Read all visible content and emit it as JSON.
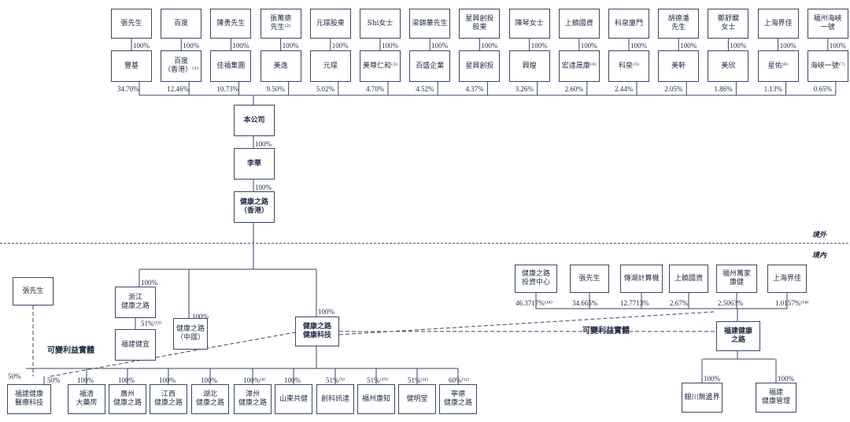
{
  "shareholders": [
    {
      "name": "張先生",
      "pct": "100%",
      "sub": "豐基",
      "sub_pct": "34.70%"
    },
    {
      "name": "百度",
      "pct": "100%",
      "sub": "百度\n（香港）⁽¹⁾",
      "sub_pct": "12.46%"
    },
    {
      "name": "陳勇先生",
      "pct": "100%",
      "sub": "佳福集團",
      "sub_pct": "10.73%"
    },
    {
      "name": "張萬德\n先生⁽²⁾",
      "pct": "100%",
      "sub": "美逸",
      "sub_pct": "9.50%"
    },
    {
      "name": "元璟股東",
      "pct": "100%",
      "sub": "元璟",
      "sub_pct": "5.02%"
    },
    {
      "name": "Shi女士",
      "pct": "100%",
      "sub": "美尊仁和⁽³⁾",
      "sub_pct": "4.70%"
    },
    {
      "name": "梁錦華先生",
      "pct": "100%",
      "sub": "百盛企業",
      "sub_pct": "4.52%"
    },
    {
      "name": "星興創投\n股東",
      "pct": "100%",
      "sub": "星興創投",
      "sub_pct": "4.37%"
    },
    {
      "name": "陳琴女士",
      "pct": "100%",
      "sub": "興煌",
      "sub_pct": "3.26%"
    },
    {
      "name": "上饒國資",
      "pct": "100%",
      "sub": "宏達晟康⁽⁴⁾",
      "sub_pct": "2.60%"
    },
    {
      "name": "科泉廈門",
      "pct": "100%",
      "sub": "科泉⁽⁵⁾",
      "sub_pct": "2.44%"
    },
    {
      "name": "胡德潘\n先生",
      "pct": "100%",
      "sub": "美軒",
      "sub_pct": "2.05%"
    },
    {
      "name": "鄭舒嫻\n女士",
      "pct": "100%",
      "sub": "美欣",
      "sub_pct": "1.86%"
    },
    {
      "name": "上海界佳",
      "pct": "100%",
      "sub": "星佑⁽⁶⁾",
      "sub_pct": "1.13%"
    },
    {
      "name": "福州海峽\n一號",
      "pct": "100%",
      "sub": "海峽一號⁽⁷⁾",
      "sub_pct": "0.65%"
    }
  ],
  "chain": {
    "company": "本公司",
    "pct1": "100%",
    "lihua": "李華",
    "pct2": "100%",
    "hk": "健康之路\n（香港）"
  },
  "regions": {
    "offshore": "境外",
    "onshore": "境內"
  },
  "left": {
    "zhang": "張先生",
    "vie": "可變利益實體",
    "pct50": "50%",
    "zhejiang": "浙江\n健康之路",
    "zhejiang_pct": "100%",
    "fujian_jianguan": "福建健宜",
    "fujian_jianguan_pct": "51%⁽¹³⁾",
    "china": "健康之路\n（中國）",
    "china_pct": "100%",
    "tech": "健康之路\n健康科技",
    "tech_pct": "100%"
  },
  "subsidiaries": [
    {
      "name": "福建健康\n醫療科技",
      "pct": "50%"
    },
    {
      "name": "福清\n大藥房",
      "pct": "100%"
    },
    {
      "name": "廣州\n健康之路",
      "pct": "100%"
    },
    {
      "name": "江西\n健康之路",
      "pct": "100%"
    },
    {
      "name": "湖北\n健康之路",
      "pct": "100%"
    },
    {
      "name": "漳州\n健康之路",
      "pct": "100%⁽⁸⁾"
    },
    {
      "name": "山東共健",
      "pct": "100%"
    },
    {
      "name": "創科訊達",
      "pct": "51%⁽⁹⁾"
    },
    {
      "name": "福州康知",
      "pct": "51%⁽¹⁰⁾"
    },
    {
      "name": "健明堂",
      "pct": "51%⁽¹¹⁾"
    },
    {
      "name": "寧德\n健康之路",
      "pct": "60%⁽¹²⁾"
    }
  ],
  "right": {
    "holders": [
      {
        "name": "健康之路\n投資中心",
        "pct": "46.3717%⁽¹⁴⁾"
      },
      {
        "name": "張先生",
        "pct": "34.665%"
      },
      {
        "name": "傳湖計算機",
        "pct": "12.7713%"
      },
      {
        "name": "上饒國資",
        "pct": "2.67%"
      },
      {
        "name": "福州萬家\n康健",
        "pct": "2.5063%"
      },
      {
        "name": "上海界佳",
        "pct": "1.0157%⁽¹⁴⁾"
      }
    ],
    "vie": "可變利益實體",
    "fujian": "福建健康\n之路",
    "children": [
      {
        "name": "銀川無邊界",
        "pct": "100%"
      },
      {
        "name": "福建\n健康管理",
        "pct": "100%"
      }
    ]
  }
}
